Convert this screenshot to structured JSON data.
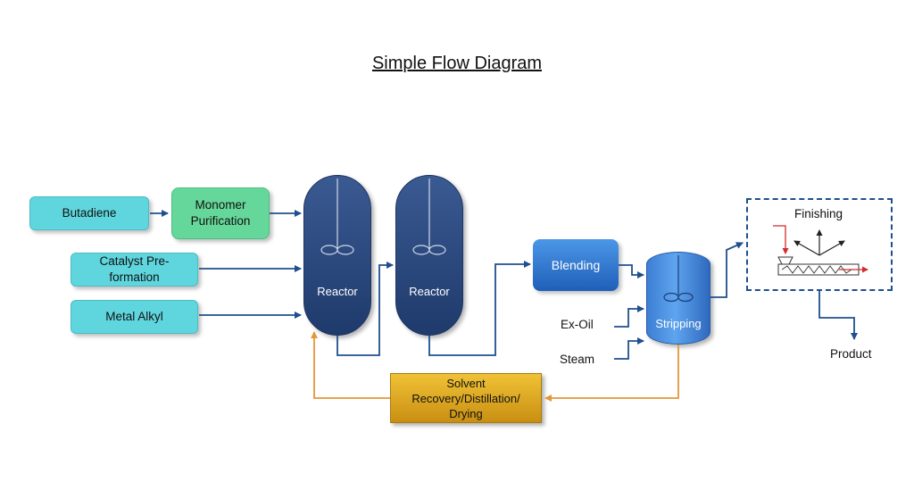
{
  "title": "Simple Flow Diagram",
  "nodes": {
    "butadiene": "Butadiene",
    "monomer_purification": [
      "Monomer",
      "Purification"
    ],
    "catalyst_preformation": [
      "Catalyst Pre-",
      "formation"
    ],
    "metal_alkyl": "Metal Alkyl",
    "reactor_1": "Reactor",
    "reactor_2": "Reactor",
    "blending": "Blending",
    "ex_oil": "Ex-Oil",
    "steam": "Steam",
    "stripping": "Stripping",
    "finishing": "Finishing",
    "product": "Product",
    "solvent_recovery": [
      "Solvent",
      "Recovery/Distillation/",
      "Drying"
    ]
  },
  "colors": {
    "flow_arrow": "#1f4f8f",
    "recycle_arrow": "#e3973a",
    "feed_box": "#5fd6de",
    "purification_box": "#66d79a",
    "reactor": "#2b4a80",
    "solvent_box": "#e0a825"
  }
}
